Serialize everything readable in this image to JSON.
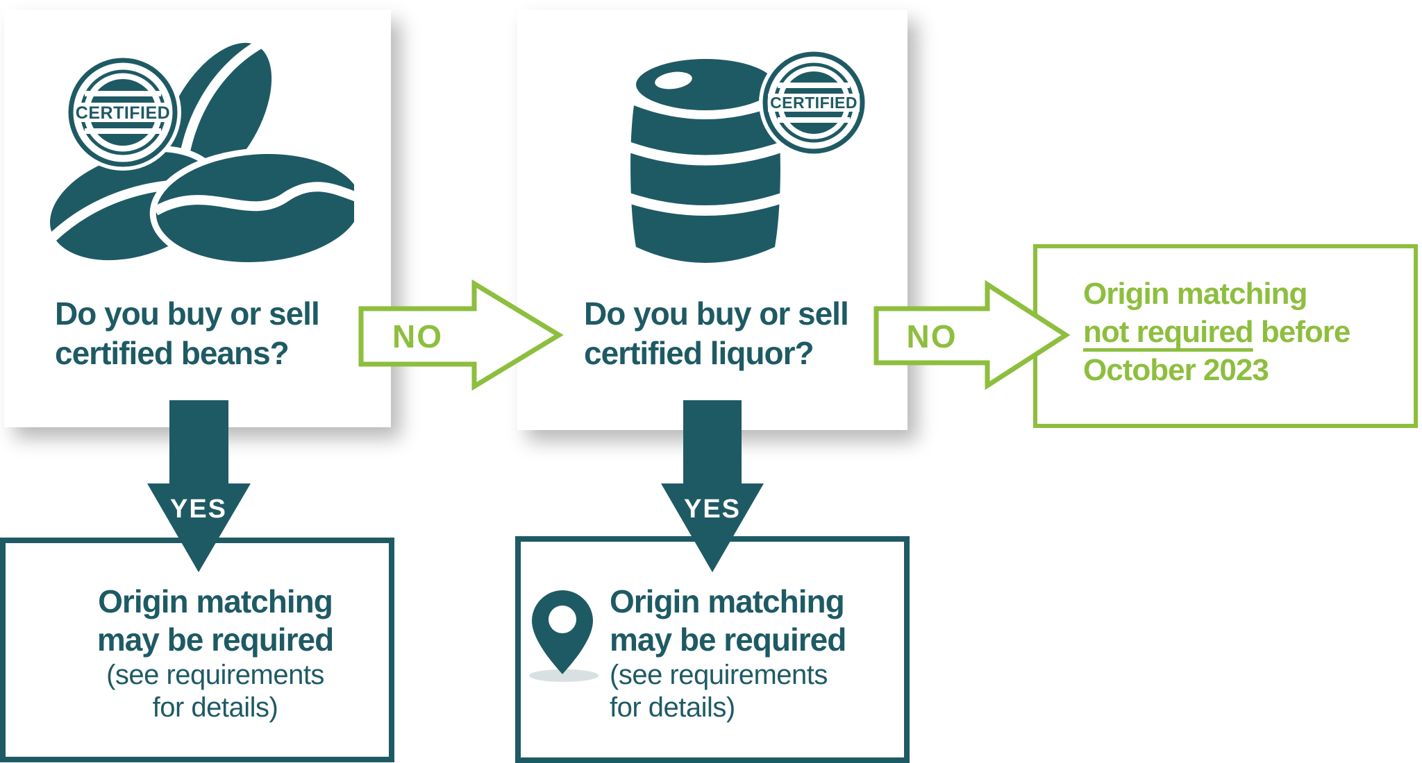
{
  "palette": {
    "teal": "#1e5a64",
    "green": "#8dbe3e",
    "pin_shadow": "#d9e0e1",
    "box_bg": "#ffffff"
  },
  "labels": {
    "no": "NO",
    "yes": "YES",
    "stamp": "CERTIFIED"
  },
  "q_beans": {
    "line1": "Do you buy or sell",
    "line2": "certified beans?"
  },
  "q_liquor": {
    "line1": "Do you buy or sell",
    "line2": "certified liquor?"
  },
  "outcome_not_required": {
    "line1": "Origin matching",
    "line2_underlined": "not required",
    "line2_rest": " before",
    "line3": "October 2023"
  },
  "outcome_required": {
    "line1": "Origin matching",
    "line2": "may be required",
    "line3": "(see requirements",
    "line4": "for details)"
  }
}
